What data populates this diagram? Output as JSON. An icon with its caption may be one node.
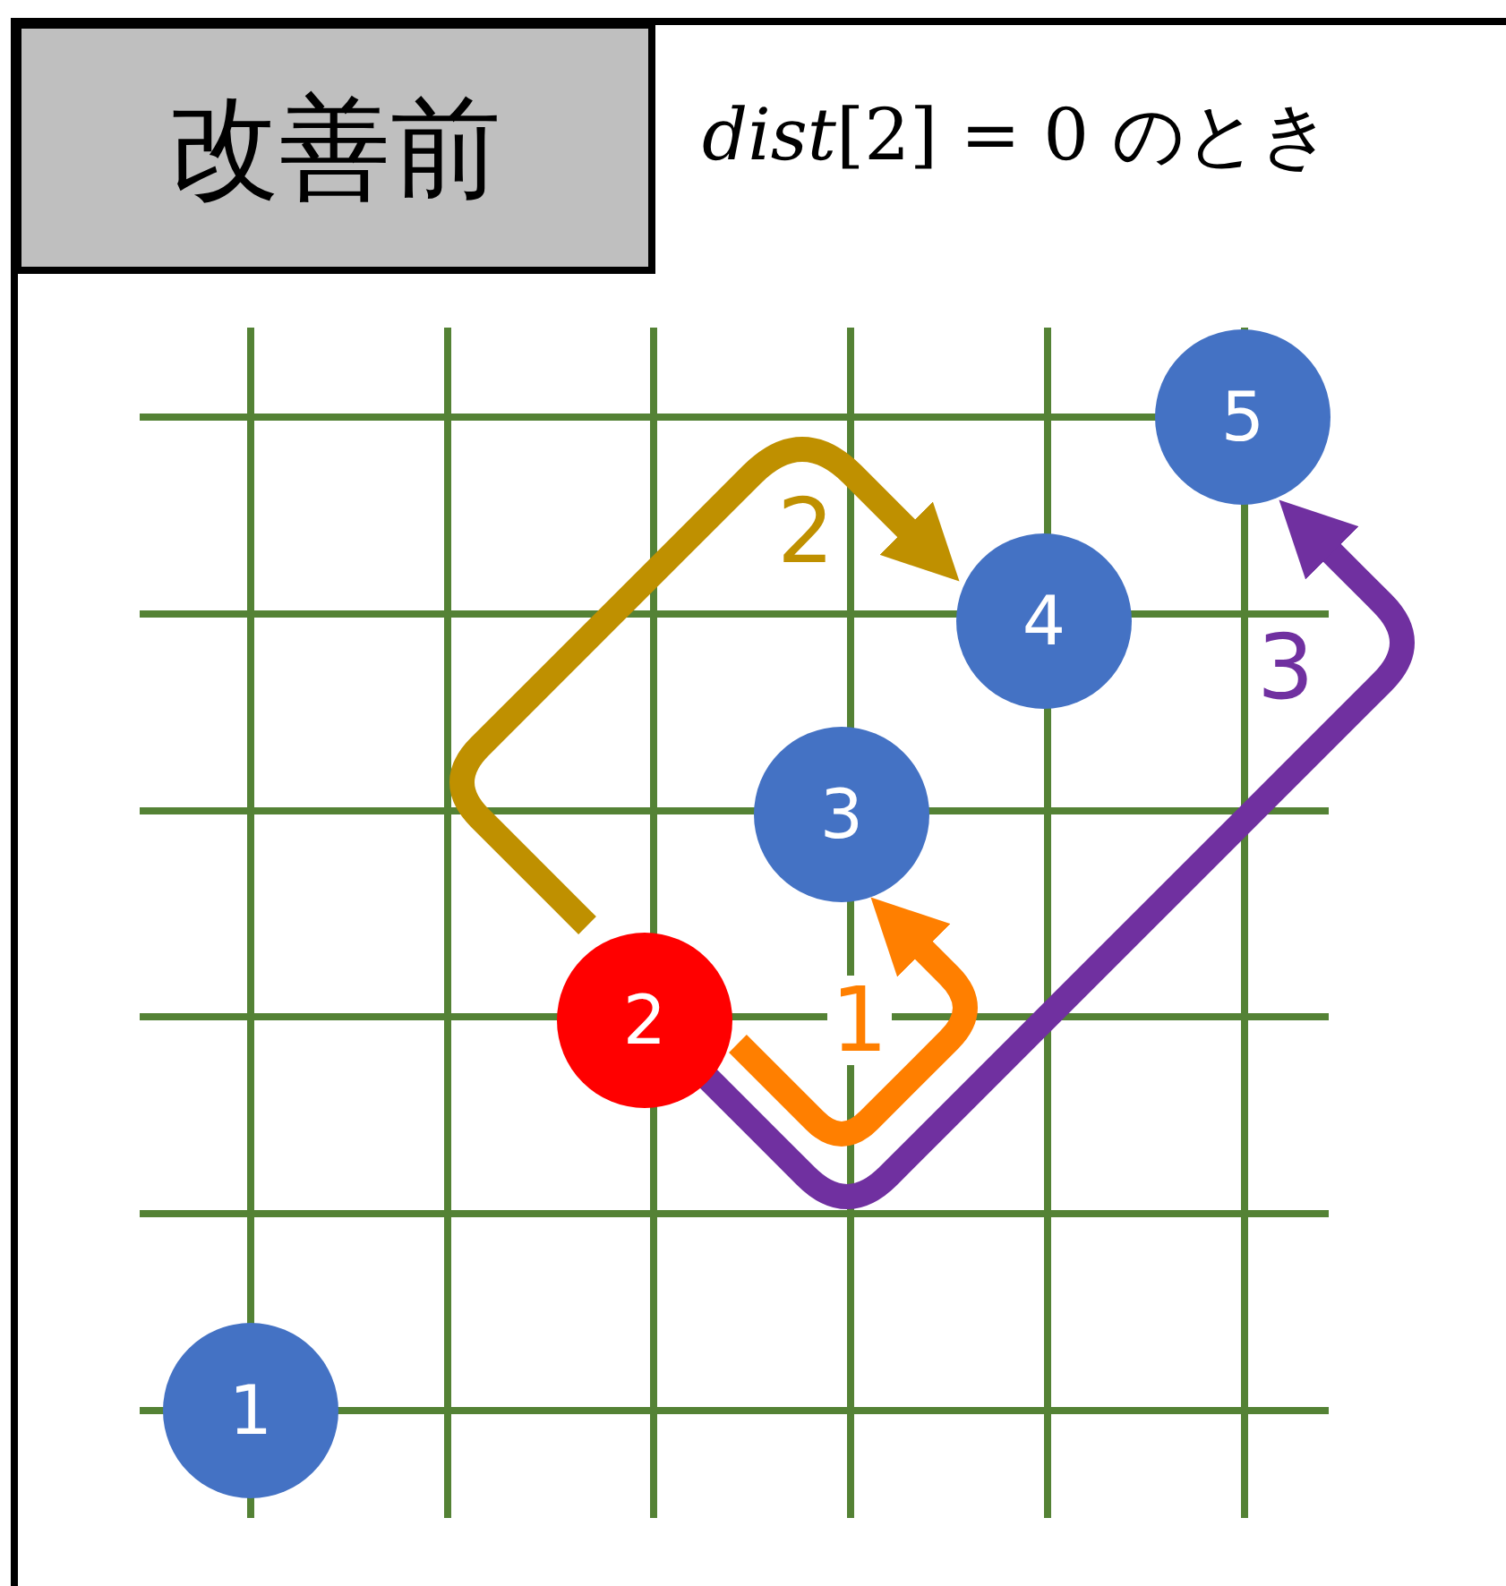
{
  "diagram": {
    "nodes": [
      {
        "text": [
          "改善前"
        ]
      },
      {
        "text": [
          "1"
        ]
      },
      {
        "text": [
          "2"
        ]
      },
      {
        "text": [
          "3"
        ]
      },
      {
        "text": [
          "4"
        ]
      },
      {
        "text": [
          "5"
        ]
      }
    ],
    "edges": [
      {
        "from": 2,
        "to": 3,
        "arrow": "to",
        "label": "1",
        "color": "#ff7f00"
      },
      {
        "from": 2,
        "to": 4,
        "arrow": "to",
        "label": "2",
        "color": "#bf9000"
      },
      {
        "from": 2,
        "to": 5,
        "arrow": "to",
        "label": "3",
        "color": "#7030a0"
      }
    ],
    "labels": [
      "*dist*[2] = 0 のとき"
    ]
  }
}
